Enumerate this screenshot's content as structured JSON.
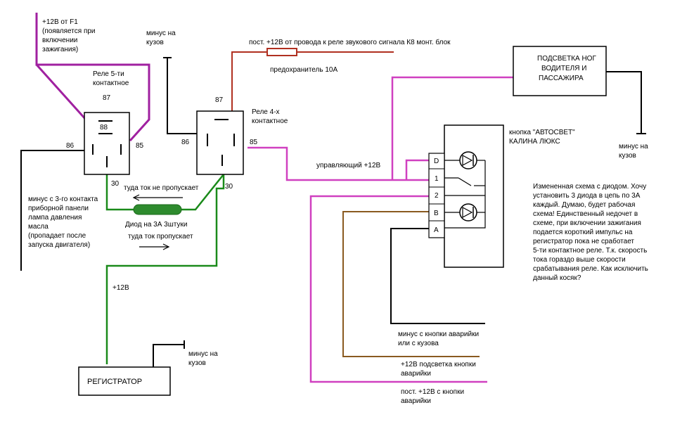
{
  "colors": {
    "purple": "#a020a0",
    "magenta": "#d040c0",
    "green": "#1a8a1a",
    "red": "#b03020",
    "brown": "#8a5a20",
    "black": "#000000",
    "diode_green": "#2e8b2e"
  },
  "labels": {
    "f1_line1": "+12В от F1",
    "f1_line2": "(появляется при",
    "f1_line3": "включении",
    "f1_line4": "зажигания)",
    "minus_kuzov_top_1": "минус на",
    "minus_kuzov_top_2": "кузов",
    "relay5_title_1": "Реле 5-ти",
    "relay5_title_2": "контактное",
    "relay5_87": "87",
    "relay5_88": "88",
    "relay5_86": "86",
    "relay5_85": "85",
    "relay5_30": "30",
    "relay4_title_1": "Реле 4-х",
    "relay4_title_2": "контактное",
    "relay4_87": "87",
    "relay4_86": "86",
    "relay4_85": "85",
    "relay4_30": "30",
    "horn_feed": "пост. +12В от провода к реле звукового сигнала К8 монт. блок",
    "fuse": "предохранитель 10А",
    "control": "управляющий +12В",
    "no_current": "туда ток не пропускает",
    "diode": "Диод на 3А 3штуки",
    "yes_current": "туда ток пропускает",
    "minus_oil_1": "минус с 3-го контакта",
    "minus_oil_2": "приборной панели",
    "minus_oil_3": "лампа давления",
    "minus_oil_4": "масла",
    "minus_oil_5": "(пропадает после",
    "minus_oil_6": "запуска двигателя)",
    "plus12_reg": "+12В",
    "registrator": "РЕГИСТРАТОР",
    "minus_reg_1": "минус на",
    "minus_reg_2": "кузов",
    "legs_1": "ПОДСВЕТКА НОГ",
    "legs_2": "ВОДИТЕЛЯ И",
    "legs_3": "ПАССАЖИРА",
    "minus_legs_1": "минус на",
    "minus_legs_2": "кузов",
    "button_1": "кнопка \"АВТОСВЕТ\"",
    "button_2": "КАЛИНА ЛЮКС",
    "pin_D": "D",
    "pin_1": "1",
    "pin_2": "2",
    "pin_B": "B",
    "pin_A": "A",
    "note_1": "Измененная схема с диодом. Хочу",
    "note_2": "установить 3 диода в цепь по 3А",
    "note_3": "каждый. Думаю, будет рабочая",
    "note_4": "схема! Единственный недочет в",
    "note_5": "схеме, при включении зажигания",
    "note_6": "подается короткий импульс на",
    "note_7": "регистратор пока не сработает",
    "note_8": "5-ти контактное реле. Т.к. скорость",
    "note_9": "тока гораздо выше скорости",
    "note_10": "срабатывания реле. Как исключить",
    "note_11": "данный косяк?",
    "hazard_minus_1": "минус с кнопки аварийки",
    "hazard_minus_2": "или с кузова",
    "hazard_backlight_1": "+12В подсветка кнопки",
    "hazard_backlight_2": "аварийки",
    "hazard_plus_1": "пост. +12В с кнопки",
    "hazard_plus_2": "аварийки"
  }
}
